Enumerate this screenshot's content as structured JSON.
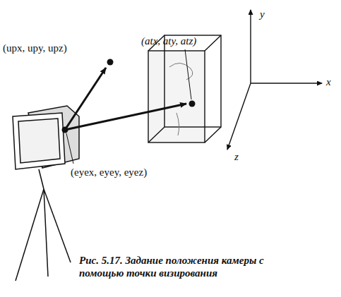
{
  "diagram": {
    "caption": "Рис. 5.17. Задание положения камеры с помощью точки визирования",
    "labels": [
      "(atx, aty, atz)",
      "(upx, upy, upz)",
      "(eyex, eyey, eyez)",
      "y",
      "x",
      "z"
    ]
  }
}
